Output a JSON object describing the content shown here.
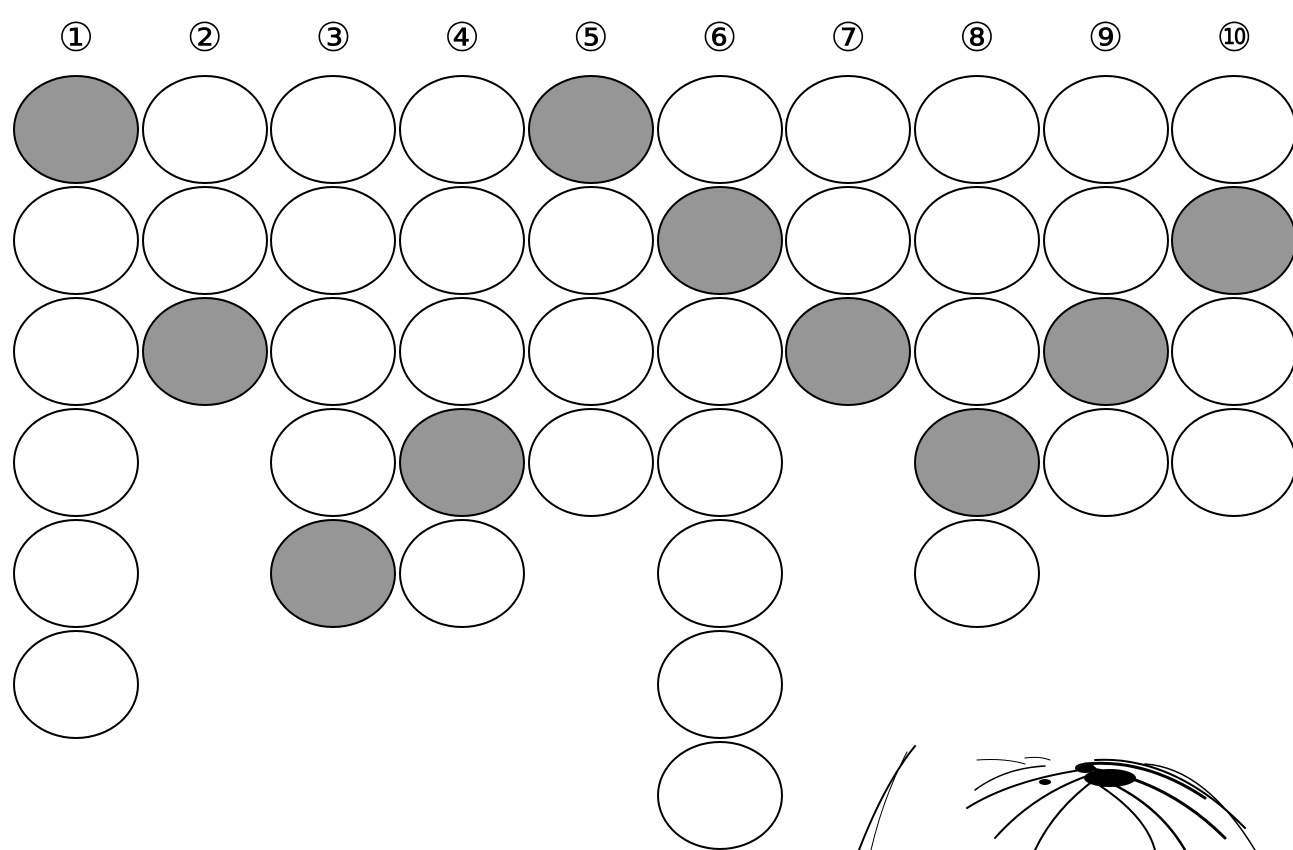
{
  "colors": {
    "filled": "#969696",
    "empty": "#ffffff",
    "outline": "#000000"
  },
  "columns": [
    {
      "label": "①",
      "cells": [
        true,
        false,
        false,
        false,
        false,
        false
      ]
    },
    {
      "label": "②",
      "cells": [
        false,
        false,
        true
      ]
    },
    {
      "label": "③",
      "cells": [
        false,
        false,
        false,
        false,
        true
      ]
    },
    {
      "label": "④",
      "cells": [
        false,
        false,
        false,
        true,
        false
      ]
    },
    {
      "label": "⑤",
      "cells": [
        true,
        false,
        false,
        false
      ]
    },
    {
      "label": "⑥",
      "cells": [
        false,
        true,
        false,
        false,
        false,
        false,
        false
      ]
    },
    {
      "label": "⑦",
      "cells": [
        false,
        false,
        true
      ]
    },
    {
      "label": "⑧",
      "cells": [
        false,
        false,
        false,
        true,
        false
      ]
    },
    {
      "label": "⑨",
      "cells": [
        false,
        false,
        true,
        false
      ]
    },
    {
      "label": "⑩",
      "cells": [
        false,
        true,
        false,
        false
      ]
    }
  ]
}
